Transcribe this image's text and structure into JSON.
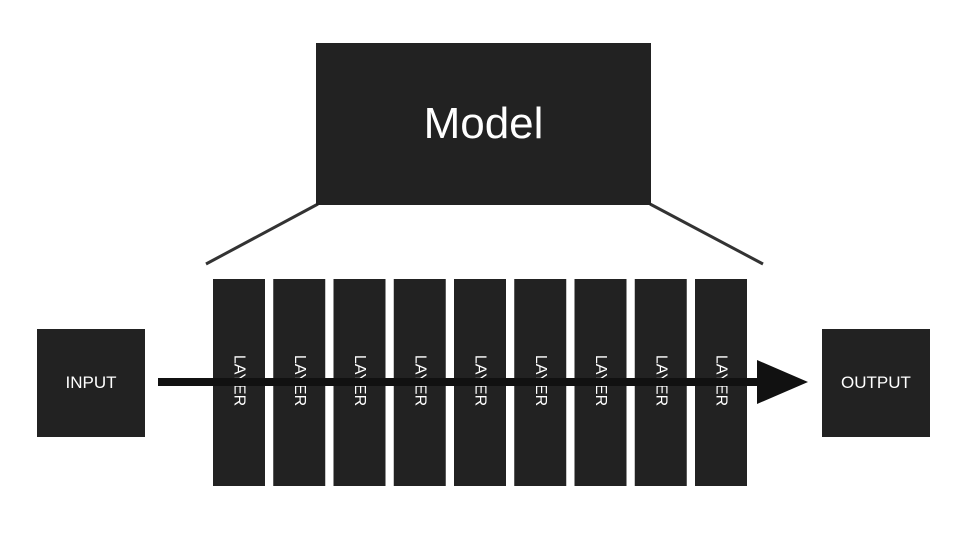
{
  "model": {
    "label": "Model"
  },
  "input": {
    "label": "INPUT"
  },
  "output": {
    "label": "OUTPUT"
  },
  "layers": [
    {
      "label": "LAYER"
    },
    {
      "label": "LAYER"
    },
    {
      "label": "LAYER"
    },
    {
      "label": "LAYER"
    },
    {
      "label": "LAYER"
    },
    {
      "label": "LAYER"
    },
    {
      "label": "LAYER"
    },
    {
      "label": "LAYER"
    },
    {
      "label": "LAYER"
    }
  ],
  "colors": {
    "box_fill": "#222222",
    "box_text": "#ffffff",
    "line": "#222222",
    "background": "#ffffff"
  }
}
